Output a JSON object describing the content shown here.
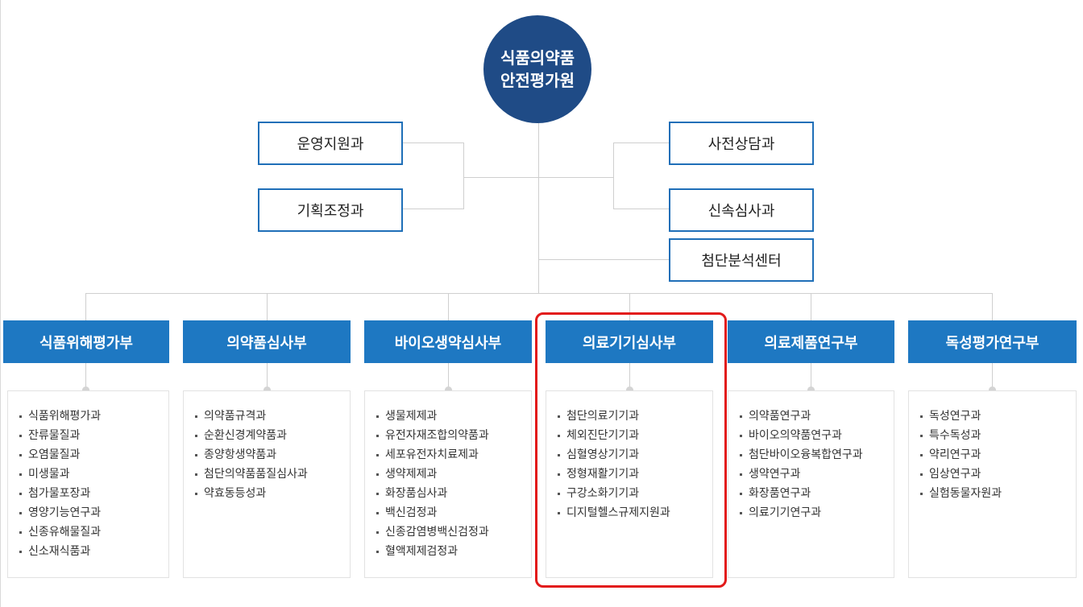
{
  "root": {
    "line1": "식품의약품",
    "line2": "안전평가원"
  },
  "staff_left": [
    "운영지원과",
    "기획조정과"
  ],
  "staff_right": [
    "사전상담과",
    "신속심사과",
    "첨단분석센터"
  ],
  "departments": [
    {
      "name": "식품위해평가부",
      "units": [
        "식품위해평가과",
        "잔류물질과",
        "오염물질과",
        "미생물과",
        "첨가물포장과",
        "영양기능연구과",
        "신종유해물질과",
        "신소재식품과"
      ]
    },
    {
      "name": "의약품심사부",
      "units": [
        "의약품규격과",
        "순환신경계약품과",
        "종양항생약품과",
        "첨단의약품품질심사과",
        "약효동등성과"
      ]
    },
    {
      "name": "바이오생약심사부",
      "units": [
        "생물제제과",
        "유전자재조합의약품과",
        "세포유전자치료제과",
        "생약제제과",
        "화장품심사과",
        "백신검정과",
        "신종감염병백신검정과",
        "혈액제제검정과"
      ]
    },
    {
      "name": "의료기기심사부",
      "units": [
        "첨단의료기기과",
        "체외진단기기과",
        "심혈영상기기과",
        "정형재활기기과",
        "구강소화기기과",
        "디지털헬스규제지원과"
      ]
    },
    {
      "name": "의료제품연구부",
      "units": [
        "의약품연구과",
        "바이오의약품연구과",
        "첨단바이오융복합연구과",
        "생약연구과",
        "화장품연구과",
        "의료기기연구과"
      ]
    },
    {
      "name": "독성평가연구부",
      "units": [
        "독성연구과",
        "특수독성과",
        "약리연구과",
        "임상연구과",
        "실험동물자원과"
      ]
    }
  ],
  "colors": {
    "root": "#1f4b86",
    "department": "#1e78c2",
    "staff_border": "#1f6fb8",
    "highlight": "#e21a1a"
  }
}
